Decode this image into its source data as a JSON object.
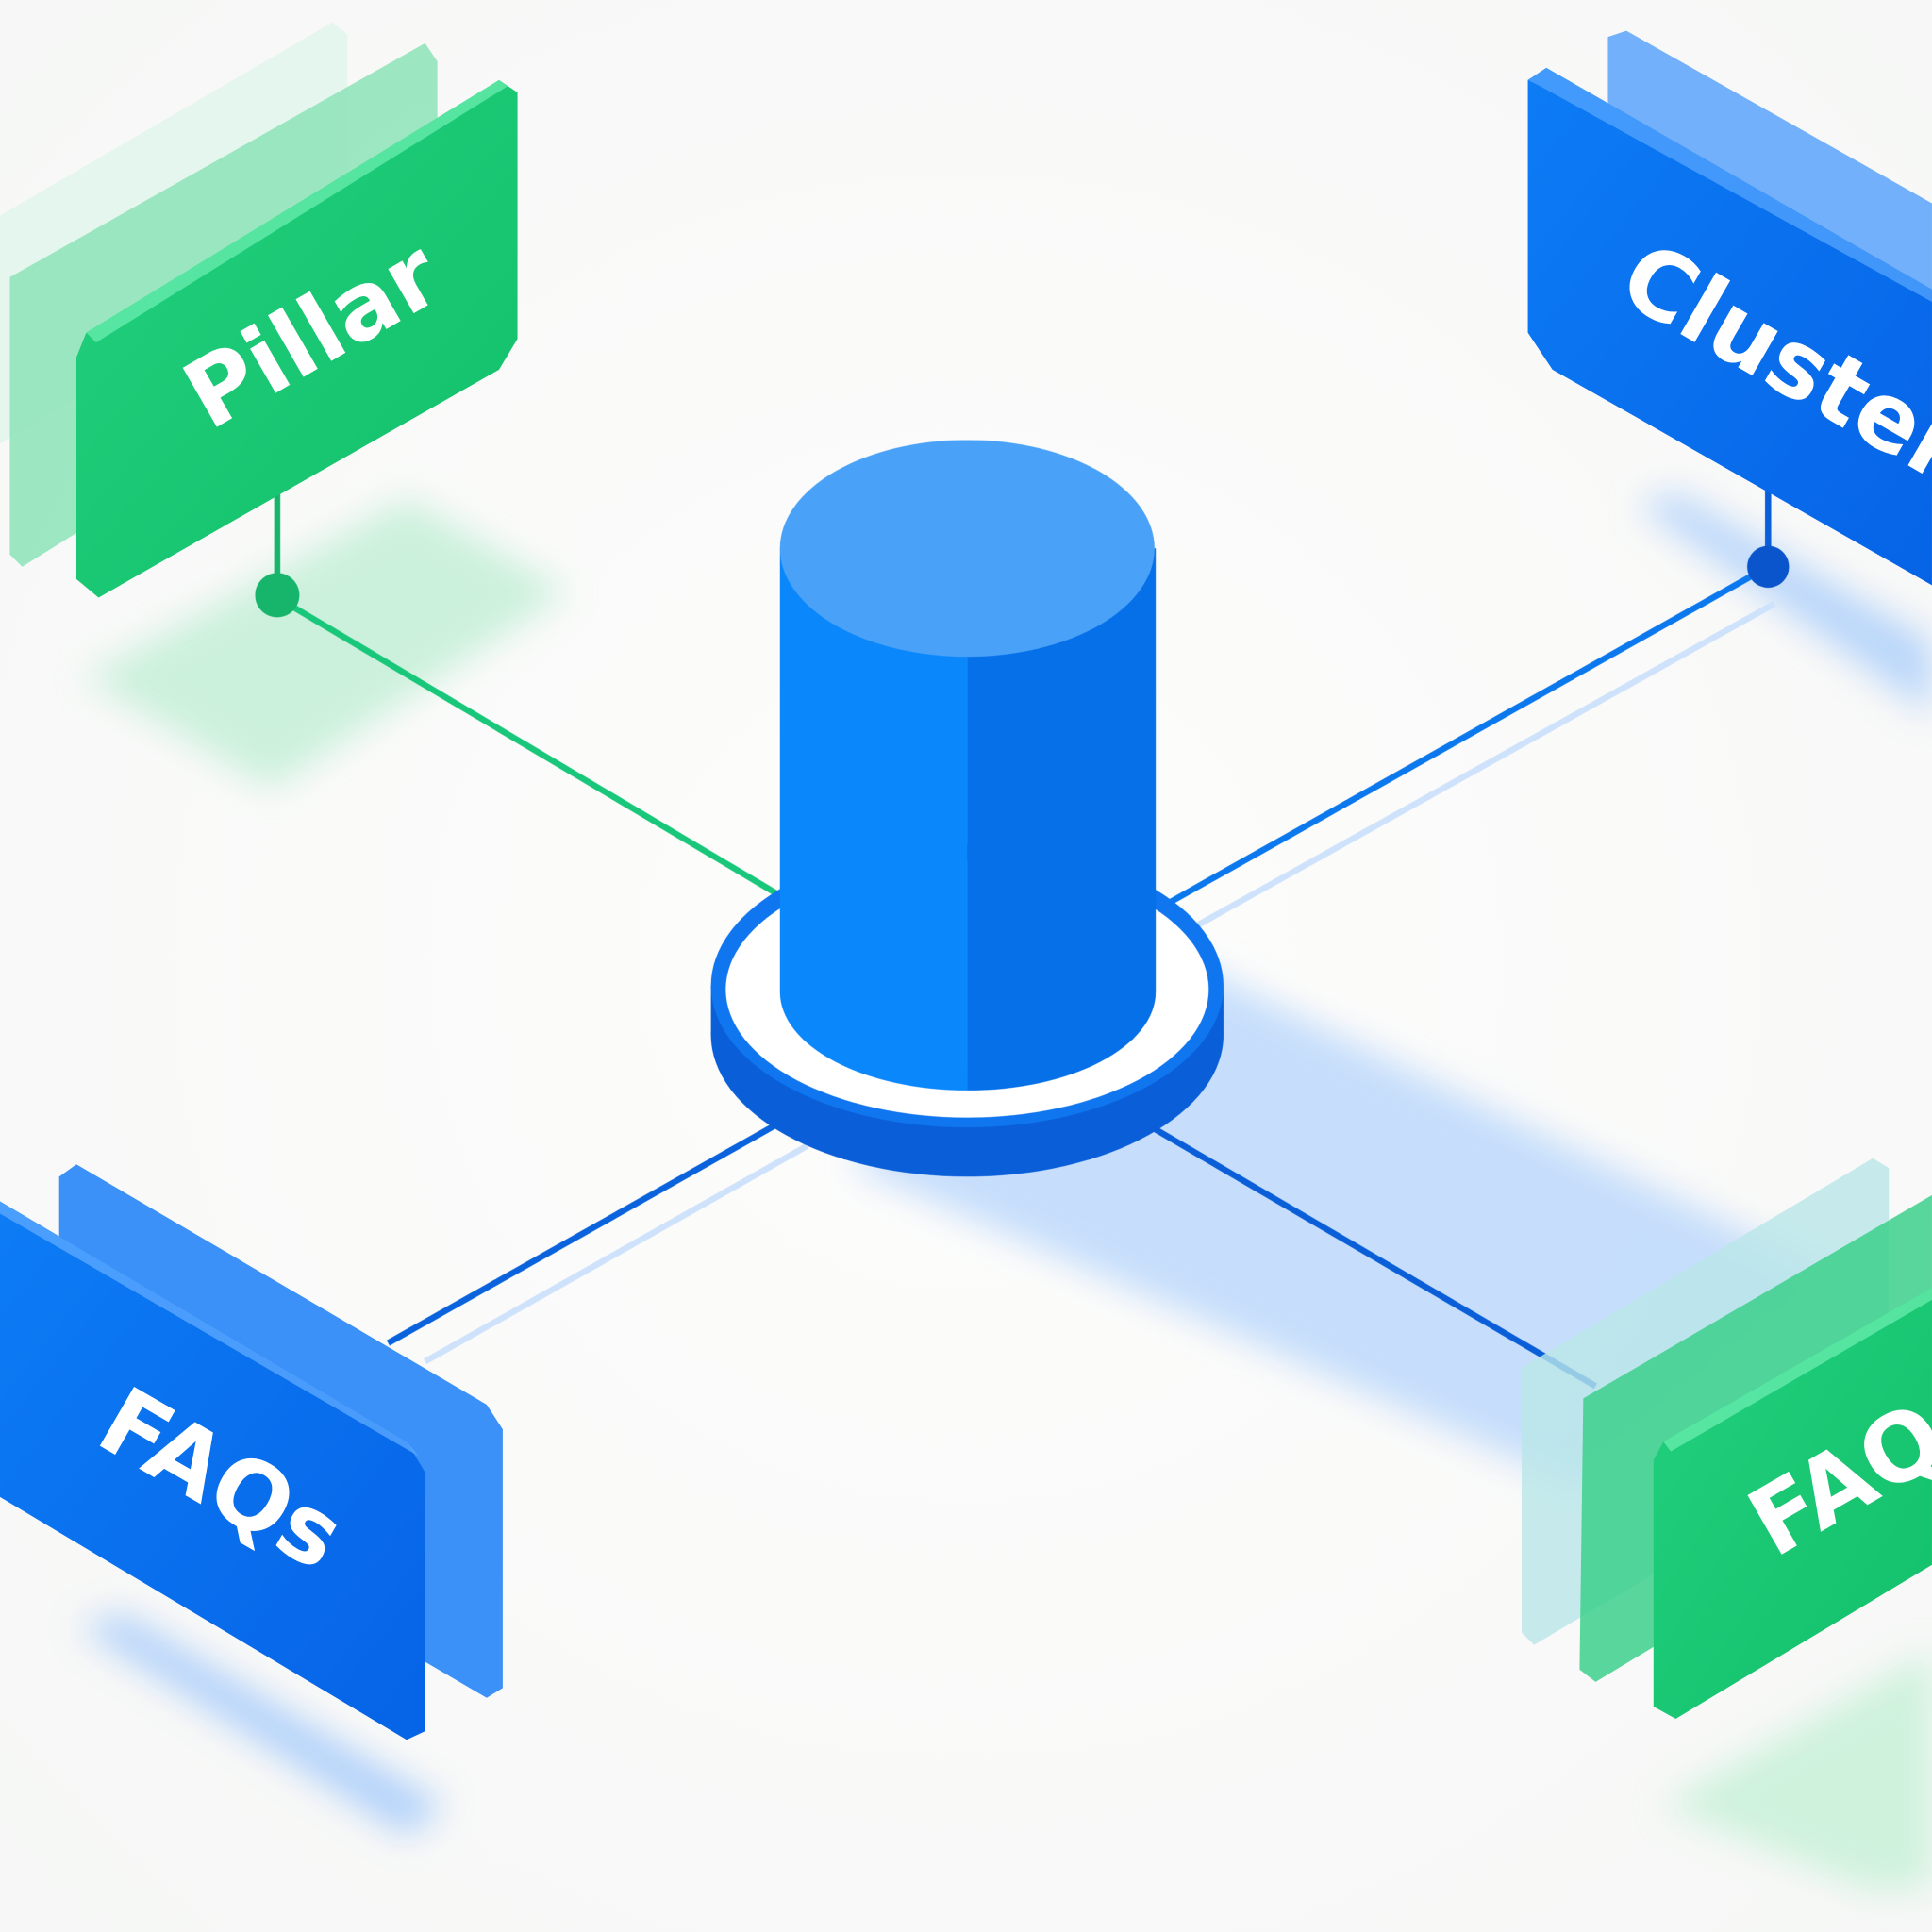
{
  "nodes": {
    "pillar": {
      "label": "Pillar",
      "color": "#1ec97a"
    },
    "cluster": {
      "label": "Cluster",
      "color": "#0a74f0"
    },
    "faqs_left": {
      "label": "FAQs",
      "color": "#0a74f0"
    },
    "faq_right": {
      "label": "FAQ",
      "color": "#1ec97a"
    }
  },
  "hub": {
    "color": "#0a7ff5"
  }
}
